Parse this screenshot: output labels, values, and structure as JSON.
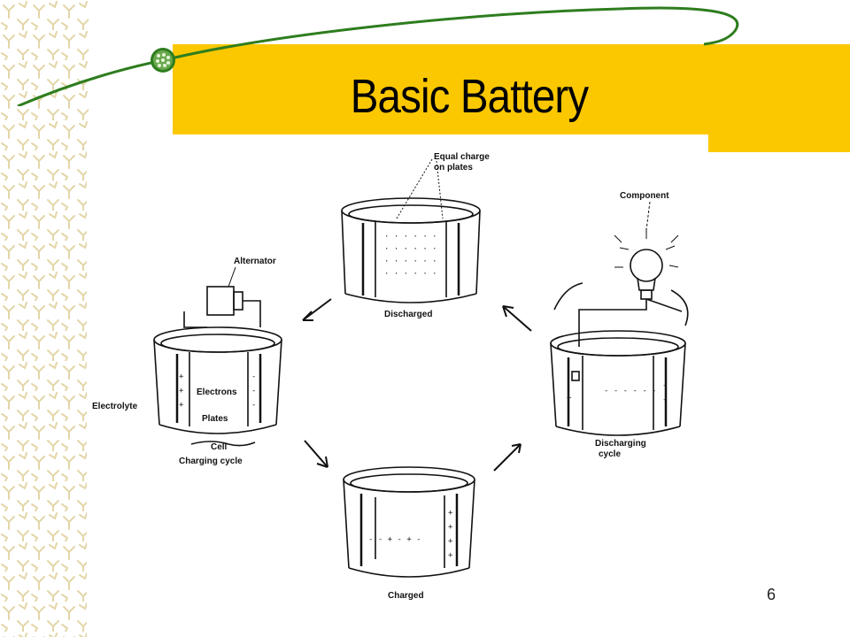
{
  "slide": {
    "title": "Basic Battery",
    "page_number": "6"
  },
  "colors": {
    "title_band": "#fbc800",
    "swoosh": "#2e7d1e",
    "side_pattern": "#e6dcb8"
  },
  "diagram": {
    "labels": {
      "equal_charge": [
        "Equal charge",
        "on plates"
      ],
      "discharged": "Discharged",
      "component": "Component",
      "alternator": "Alternator",
      "electrons": "Electrons",
      "electrolyte": "Electrolyte",
      "plates": "Plates",
      "cell": "Cell",
      "charging_cycle": "Charging cycle",
      "discharging_cycle": [
        "Discharging",
        "cycle"
      ],
      "charged": "Charged"
    }
  }
}
